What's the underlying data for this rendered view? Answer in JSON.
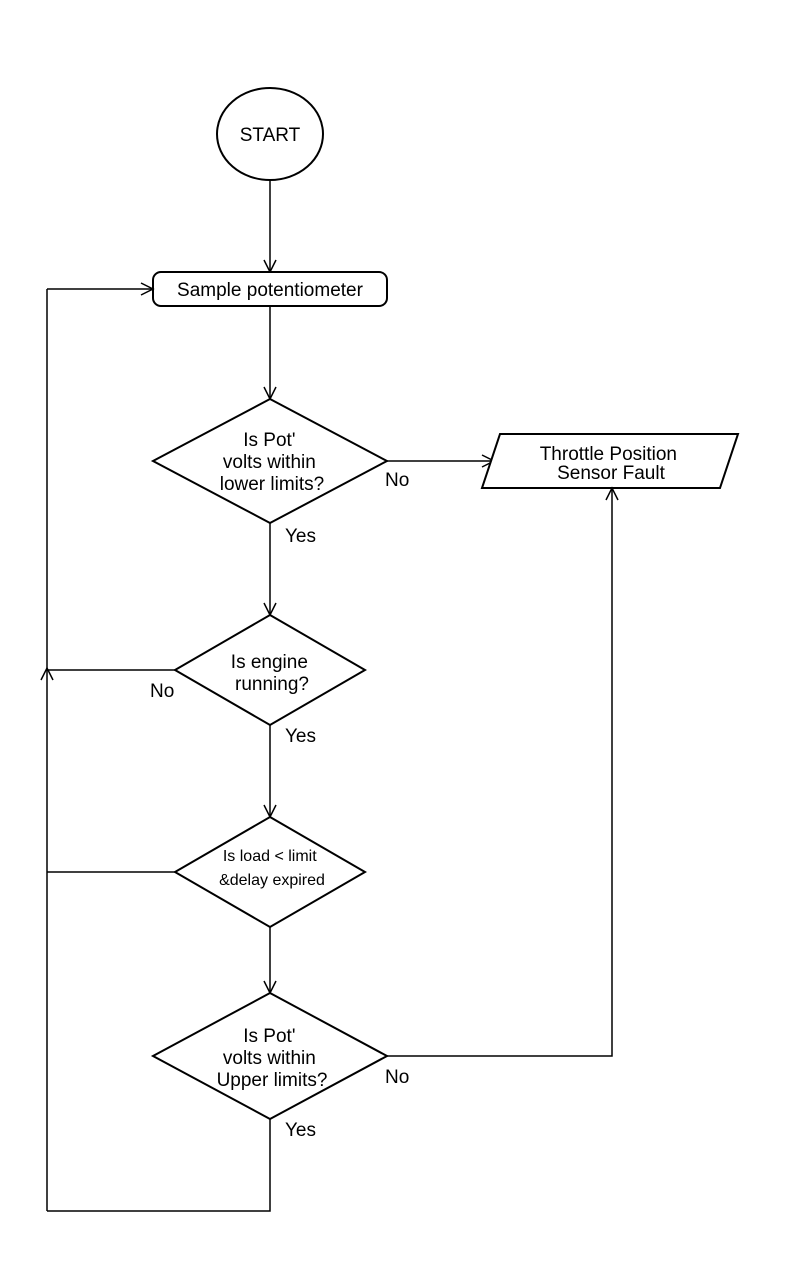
{
  "nodes": {
    "start": {
      "label": "START"
    },
    "sample": {
      "label": "Sample potentiometer"
    },
    "lower_check": {
      "lines": [
        "Is Pot'",
        "volts within",
        "lower limits?"
      ]
    },
    "fault": {
      "lines": [
        "Throttle Position",
        "Sensor Fault"
      ]
    },
    "engine_check": {
      "lines": [
        "Is engine",
        "running?"
      ]
    },
    "load_check": {
      "lines": [
        "Is load < limit",
        "&delay expired"
      ]
    },
    "upper_check": {
      "lines": [
        "Is Pot'",
        "volts within",
        "Upper limits?"
      ]
    }
  },
  "edge_labels": {
    "lower_no": "No",
    "lower_yes": "Yes",
    "engine_no": "No",
    "engine_yes": "Yes",
    "upper_no": "No",
    "upper_yes": "Yes"
  }
}
